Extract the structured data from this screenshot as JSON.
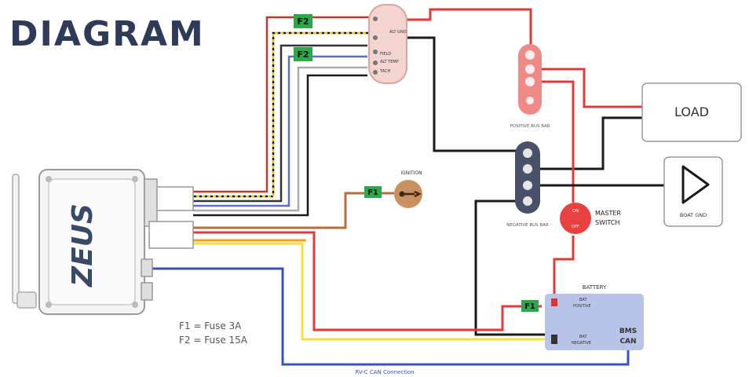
{
  "title": "DIAGRAM",
  "device": {
    "brand": "ZEUS"
  },
  "fuses": {
    "f1": "F1",
    "f2": "F2"
  },
  "fuse_legend": [
    "F1 = Fuse 3A",
    "F2 = Fuse 15A"
  ],
  "ignition": {
    "label": "IGNITION"
  },
  "positive_bus": {
    "label": "POSITIVE BUS BAR"
  },
  "negative_bus": {
    "label": "NEGATIVE BUS BAR"
  },
  "load": {
    "label": "LOAD"
  },
  "boat_gnd": {
    "label": "BOAT GND"
  },
  "master_switch": {
    "label_line1": "MASTER",
    "label_line2": "SWITCH",
    "on": "ON",
    "off": "OFF"
  },
  "battery": {
    "label": "BATTERY",
    "pos_label_1": "BAT",
    "pos_label_2": "POSITIVE",
    "neg_label_1": "BAT",
    "neg_label_2": "NEGATIVE",
    "bms_1": "BMS",
    "bms_2": "CAN"
  },
  "can_label": "RV-C CAN Connection",
  "alternator": {
    "alt_gnd": "ALT GND",
    "field": "FIELD",
    "alt_temp": "ALT TEMP",
    "tach": "TACH"
  },
  "colors": {
    "red": "#e23a3a",
    "black": "#1a1a1a",
    "blue": "#3a4fc4",
    "yellow": "#f0e040",
    "orange": "#f3a21d",
    "brown": "#b07040",
    "fuse_green": "#2aa84a",
    "title": "#2e3a57"
  }
}
